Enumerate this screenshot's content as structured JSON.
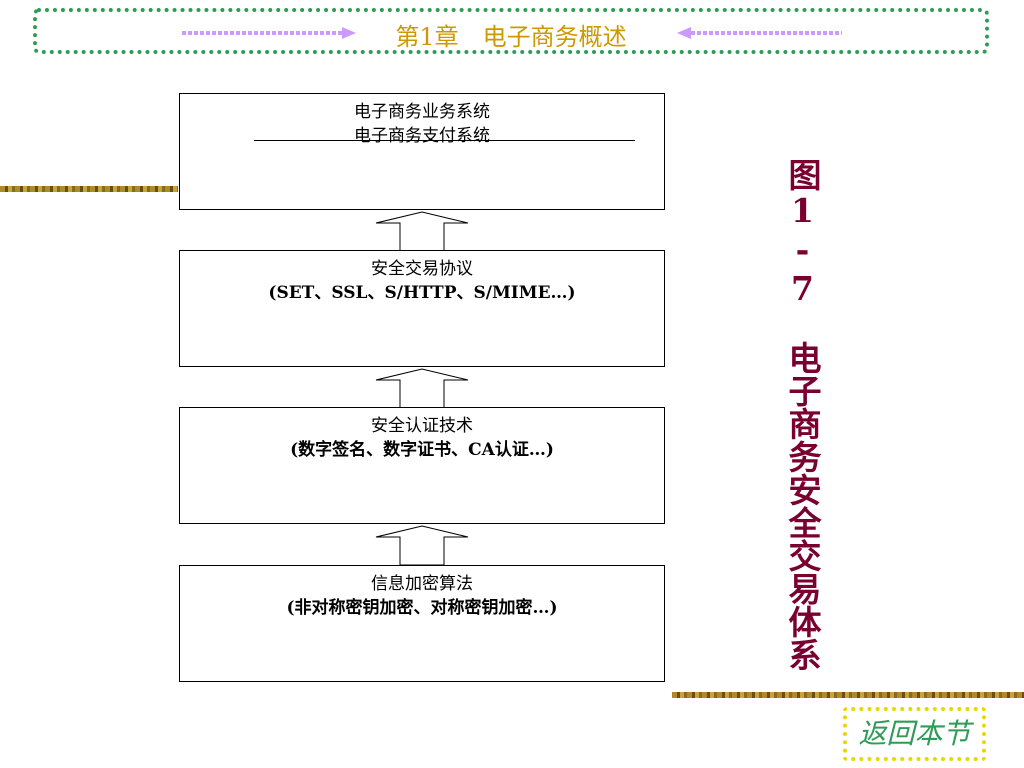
{
  "header": {
    "title": "第1章　电子商务概述"
  },
  "layers": [
    {
      "line1": "电子商务业务系统",
      "line2": "电子商务支付系统"
    },
    {
      "line1": "安全交易协议",
      "line2": "(SET、SSL、S/HTTP、S/MIME…)"
    },
    {
      "line1": "安全认证技术",
      "line2": "(数字签名、数字证书、CA认证…)"
    },
    {
      "line1": "信息加密算法",
      "line2": "(非对称密钥加密、对称密钥加密…)"
    }
  ],
  "caption": "图1-7　电子商务安全交易体系",
  "nav": {
    "return_label": "返回本节"
  },
  "colors": {
    "header_border": "#2e9c57",
    "title": "#cc9900",
    "caption": "#7a0030",
    "return_text": "#2e9c57",
    "return_border": "#e6d800",
    "deco_arrow": "#cc99ff"
  }
}
